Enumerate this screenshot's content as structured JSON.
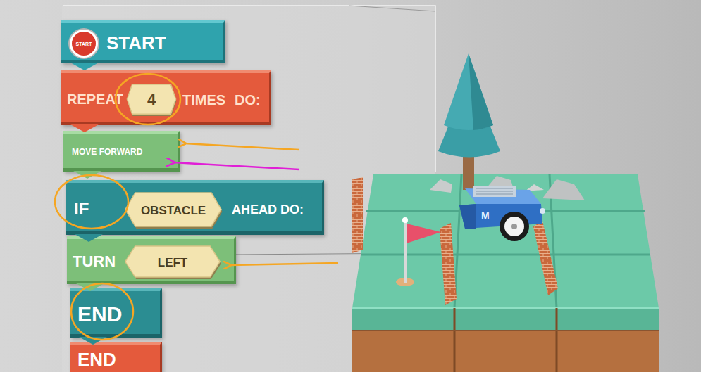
{
  "diagram": {
    "nodes": [
      {
        "text": [
          "START"
        ]
      },
      {
        "text": [
          "START"
        ],
        "in": 0
      },
      {
        "text": [
          "REPEAT",
          "TIMES",
          "DO:"
        ]
      },
      {
        "text": [
          "4"
        ],
        "in": 2
      },
      {
        "text": [
          "MOVE FORWARD"
        ]
      },
      {
        "text": [
          "IF",
          "AHEAD DO:"
        ]
      },
      {
        "text": [
          "OBSTACLE"
        ],
        "in": 5
      },
      {
        "text": [
          "TURN"
        ]
      },
      {
        "text": [
          "LEFT"
        ],
        "in": 7
      },
      {
        "text": [
          "END"
        ]
      },
      {
        "text": [
          "END"
        ]
      }
    ],
    "labels": [
      "M"
    ]
  }
}
